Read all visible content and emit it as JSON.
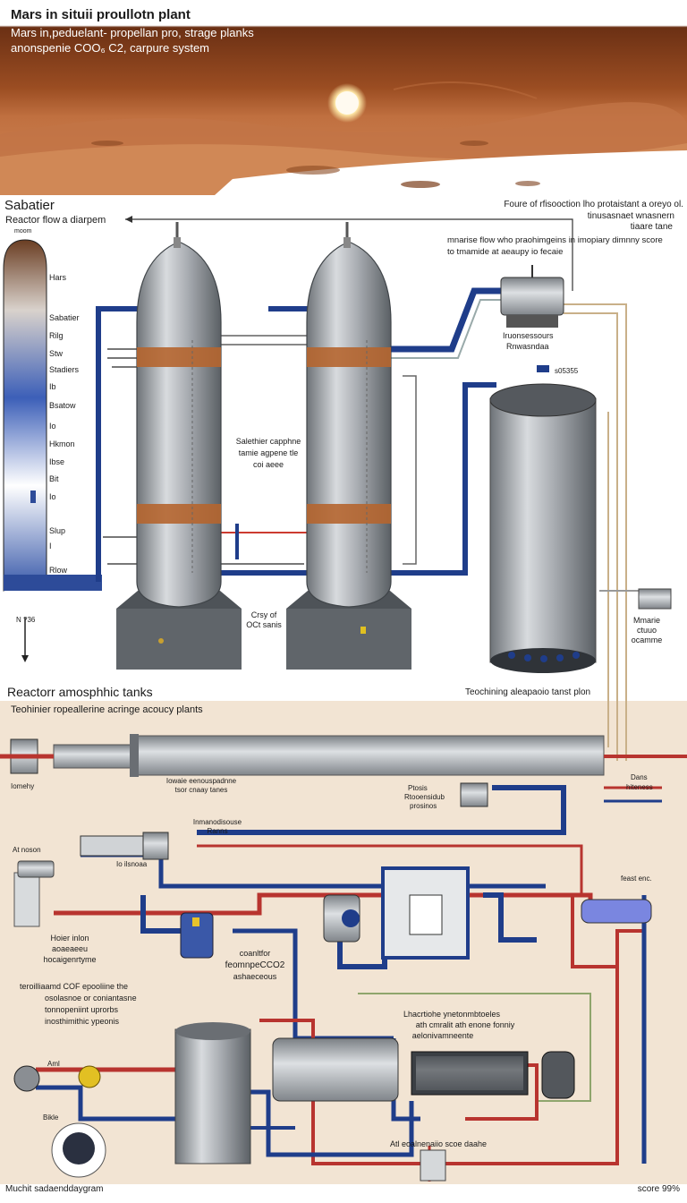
{
  "banner": {
    "title": "Mars in situii proullotn plant",
    "subtitle_line1": "Mars in,peduelant- propellan pro, strage planks",
    "subtitle_line2": "anonspenie COO₆ C2, carpure system"
  },
  "top_section": {
    "title": "Sabatier",
    "flow_label": "Reactor flow a diarpem",
    "gauge_cap": "moom",
    "gauge_labels": [
      "Hars",
      "Sabatier",
      "Rilg",
      "Stw",
      "Stadiers",
      "Ib",
      "Bsatow",
      "Io",
      "Hkmon",
      "Ibse",
      "Bit",
      "Io",
      "Slup",
      "I",
      "Rlow"
    ],
    "gauge_bottom": "N ?36",
    "right_note_1": "Foure of rfisooction lho protaistant a oreyo ol.",
    "right_note_2": "tinusasnaet wnasnern",
    "right_note_3": "tiaare tane",
    "right_note_4": "mnarise flow who praohimgeins  in imopiary dimnny score",
    "right_note_5": "to tmamide at aeaupy io fecaie",
    "compressor_label": "Iruonsessours",
    "compressor_label2": "Rnwasndaa",
    "small_tag": "s05355",
    "center_label_1": "Salethier capphne",
    "center_label_2": "tamie agpene tle",
    "center_label_3": "coi aeee",
    "tanks_label_1": "Crsy of",
    "tanks_label_2": "OCt sanis",
    "right_tank_label_1": "Mmarie",
    "right_tank_label_2": "ctuuo",
    "right_tank_label_3": "ocamme"
  },
  "mid_section": {
    "title": "Reactorr amosphhic tanks",
    "right_caption": "Teochining aleapaoio tanst plon",
    "subtitle": "Teohinier ropeallerine acringe acoucy plants"
  },
  "bottom_section": {
    "left_pipe_label": "Iomehy",
    "pipe_caption_1": "Iowaie eenouspadnne",
    "pipe_caption_2": "tsor cnaay tanes",
    "unit_caption_1": "Inmanodisouse",
    "unit_caption_2": "Ranns",
    "ptb_label_1": "Ptosis",
    "ptb_label_2": "Rtooensidub",
    "ptb_label_3": "prosinos",
    "right_label_1": "Dans",
    "right_label_2": "hiteness",
    "valve_label_1": "At noson",
    "valve_label_2": "Io ilsnoaa",
    "note_a_1": "Hoier inlon",
    "note_a_2": "aoaeaeeu",
    "note_a_3": "hocaigenrtyme",
    "note_b_1": "coanltfor",
    "note_b_2": "feomnpeCCO2",
    "note_b_3": "ashaeceous",
    "right_top": "feast enc.",
    "paragraph_1": "teroilliaamd COF epooliine the",
    "paragraph_2": "osolasnoe or coniantasne",
    "paragraph_3": "tonnopeniint uprorbs",
    "paragraph_4": "inosthimithic ypeonis",
    "mid_note_1": "Lhacrtiohe ynetonmbtoeles",
    "mid_note_2": "ath cmralit ath enone fonniy",
    "mid_note_3": "aelonivamneente",
    "small_left_1": "Aml",
    "small_left_2": "Bikle",
    "bottom_caption": "Atl eoalnenaiio scoe daahe",
    "footer_left": "Muchit sadaenddaygram",
    "footer_right": "score 99%"
  },
  "colors": {
    "mars_sky": "#7a3e1f",
    "mars_sand": "#c8784a",
    "steel": "#a9adb2",
    "copper_band": "#b5652f",
    "pipe_blue": "#1f3d8a",
    "pipe_red": "#b8342f",
    "bottom_bg": "#f2e4d3"
  }
}
